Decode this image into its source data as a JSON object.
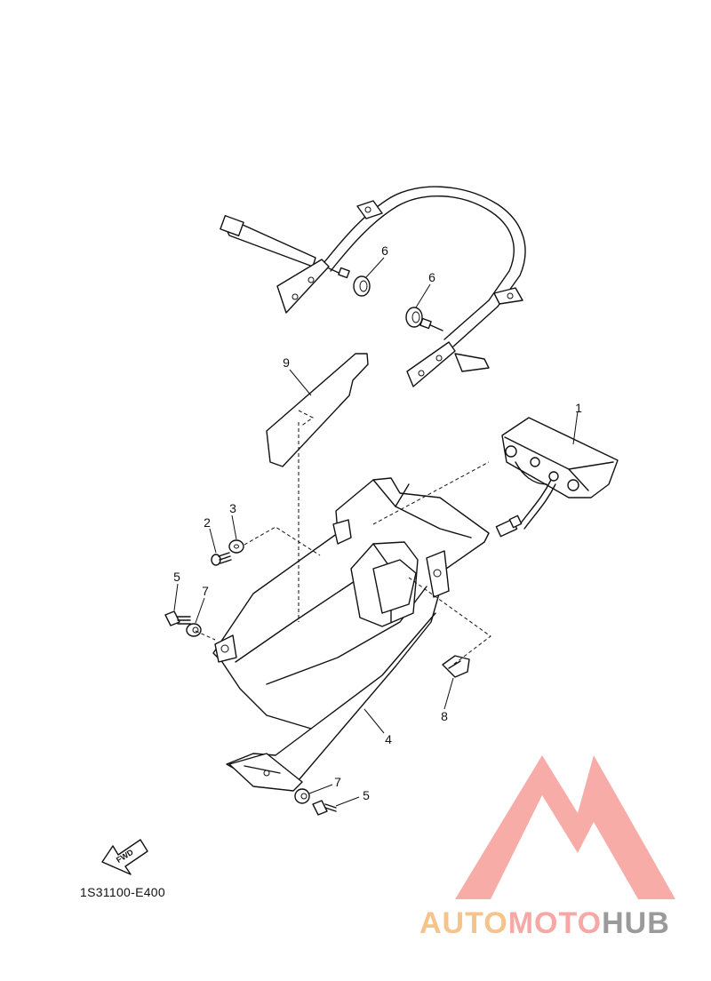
{
  "diagram": {
    "part_code": "1S31100-E400",
    "fwd_label": "FWD",
    "callouts": [
      {
        "id": "c1",
        "label": "1"
      },
      {
        "id": "c2",
        "label": "2"
      },
      {
        "id": "c3",
        "label": "3"
      },
      {
        "id": "c4",
        "label": "4"
      },
      {
        "id": "c5a",
        "label": "5"
      },
      {
        "id": "c5b",
        "label": "5"
      },
      {
        "id": "c6a",
        "label": "6"
      },
      {
        "id": "c6b",
        "label": "6"
      },
      {
        "id": "c7a",
        "label": "7"
      },
      {
        "id": "c7b",
        "label": "7"
      },
      {
        "id": "c8",
        "label": "8"
      },
      {
        "id": "c9",
        "label": "9"
      }
    ]
  },
  "watermark": {
    "part1": "AUTO",
    "part2": "MOTO",
    "part3": "HUB",
    "colors": {
      "auto": "#f6c38a",
      "moto": "#f7a8a4",
      "hub": "#9a9a9a",
      "logo": "#f7a8a4"
    }
  }
}
